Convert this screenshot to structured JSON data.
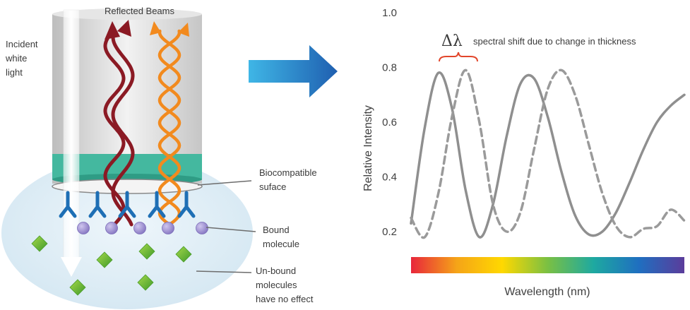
{
  "left_diagram": {
    "reflected_beams_label": "Reflected Beams",
    "incident_label": [
      "Incident",
      "white",
      "light"
    ],
    "biocompatible_label": [
      "Biocompatible",
      "suface"
    ],
    "bound_label": [
      "Bound",
      "molecule"
    ],
    "unbound_label": [
      "Un-bound",
      "molecules",
      "have no effect"
    ],
    "colors": {
      "reflected_beam_dark": "#8b1a24",
      "reflected_beam_orange": "#f28a1e",
      "biocompatible_layer": "#3fb79d",
      "antibody": "#1e6fb5",
      "bound_molecule": "#9b8ed0",
      "unbound_molecule": "#6cbf2e",
      "solution": "#dcecf5"
    }
  },
  "arrow": {
    "color": "#1f77c9",
    "icon": "right-arrow-icon"
  },
  "chart_data": {
    "type": "line",
    "title": "",
    "xlabel": "Wavelength (nm)",
    "ylabel": "Relative Intensity",
    "ylim": [
      0.2,
      1.0
    ],
    "yticks": [
      "0.2",
      "0.4",
      "0.6",
      "0.8",
      "1.0"
    ],
    "x_ticks_visible": false,
    "grid": false,
    "annotation": {
      "symbol": "Δλ",
      "text": "spectral shift due to change in thickness"
    },
    "spectrum_bar": [
      "#e8263b",
      "#f5a418",
      "#ffd800",
      "#7ac043",
      "#1ea9a0",
      "#1f6fc0",
      "#5b3c9b"
    ],
    "series": [
      {
        "style": "solid",
        "color": "#8f8f8f",
        "x": [
          0.0,
          0.05,
          0.1,
          0.15,
          0.2,
          0.25,
          0.3,
          0.35,
          0.4,
          0.45,
          0.5,
          0.55,
          0.6,
          0.65,
          0.7,
          0.75,
          0.8,
          0.85,
          0.9,
          0.95,
          1.0
        ],
        "values": [
          0.23,
          0.58,
          0.78,
          0.65,
          0.35,
          0.18,
          0.3,
          0.55,
          0.74,
          0.76,
          0.62,
          0.42,
          0.26,
          0.19,
          0.2,
          0.27,
          0.38,
          0.5,
          0.6,
          0.66,
          0.7
        ]
      },
      {
        "style": "dashed",
        "color": "#9a9a9a",
        "x": [
          0.0,
          0.05,
          0.1,
          0.15,
          0.2,
          0.25,
          0.3,
          0.35,
          0.4,
          0.45,
          0.5,
          0.55,
          0.6,
          0.65,
          0.7,
          0.75,
          0.8,
          0.85,
          0.9,
          0.95,
          1.0
        ],
        "values": [
          0.25,
          0.18,
          0.34,
          0.62,
          0.79,
          0.6,
          0.3,
          0.2,
          0.27,
          0.5,
          0.72,
          0.79,
          0.7,
          0.52,
          0.34,
          0.22,
          0.18,
          0.21,
          0.22,
          0.28,
          0.24
        ]
      }
    ]
  }
}
